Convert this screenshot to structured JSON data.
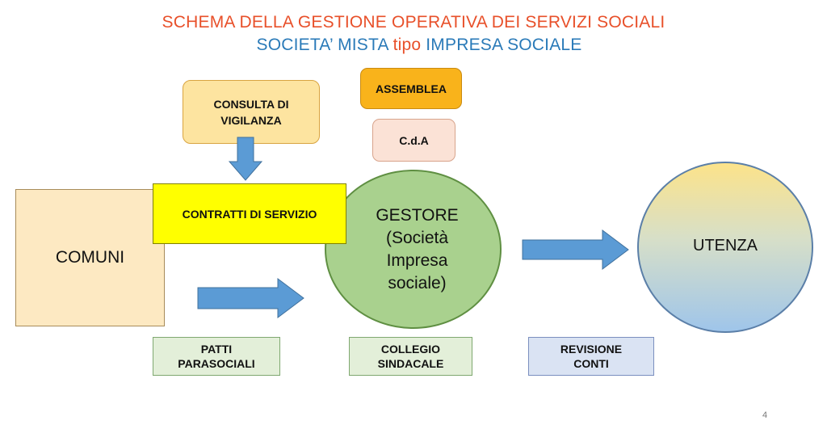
{
  "title": {
    "line1": "SCHEMA  DELLA GESTIONE OPERATIVA DEI SERVIZI SOCIALI",
    "line2_part1": "SOCIETA’ MISTA ",
    "line2_part2": "tipo",
    "line2_part3": " IMPRESA SOCIALE"
  },
  "nodes": {
    "consulta": [
      "CONSULTA DI",
      "VIGILANZA"
    ],
    "assemblea": "ASSEMBLEA",
    "cda": "C.d.A",
    "comuni": "COMUNI",
    "contratti": "CONTRATTI DI SERVIZIO",
    "gestore": [
      "GESTORE",
      "(Società",
      "Impresa",
      "sociale)"
    ],
    "utenza": "UTENZA",
    "patti": [
      "PATTI",
      "PARASOCIALI"
    ],
    "collegio": [
      "COLLEGIO",
      "SINDACALE"
    ],
    "revisione": [
      "REVISIONE",
      "CONTI"
    ]
  },
  "page_number": "4",
  "colors": {
    "title_red": "#e8502a",
    "title_blue": "#2a7ab8",
    "arrow": "#5b9bd5"
  }
}
